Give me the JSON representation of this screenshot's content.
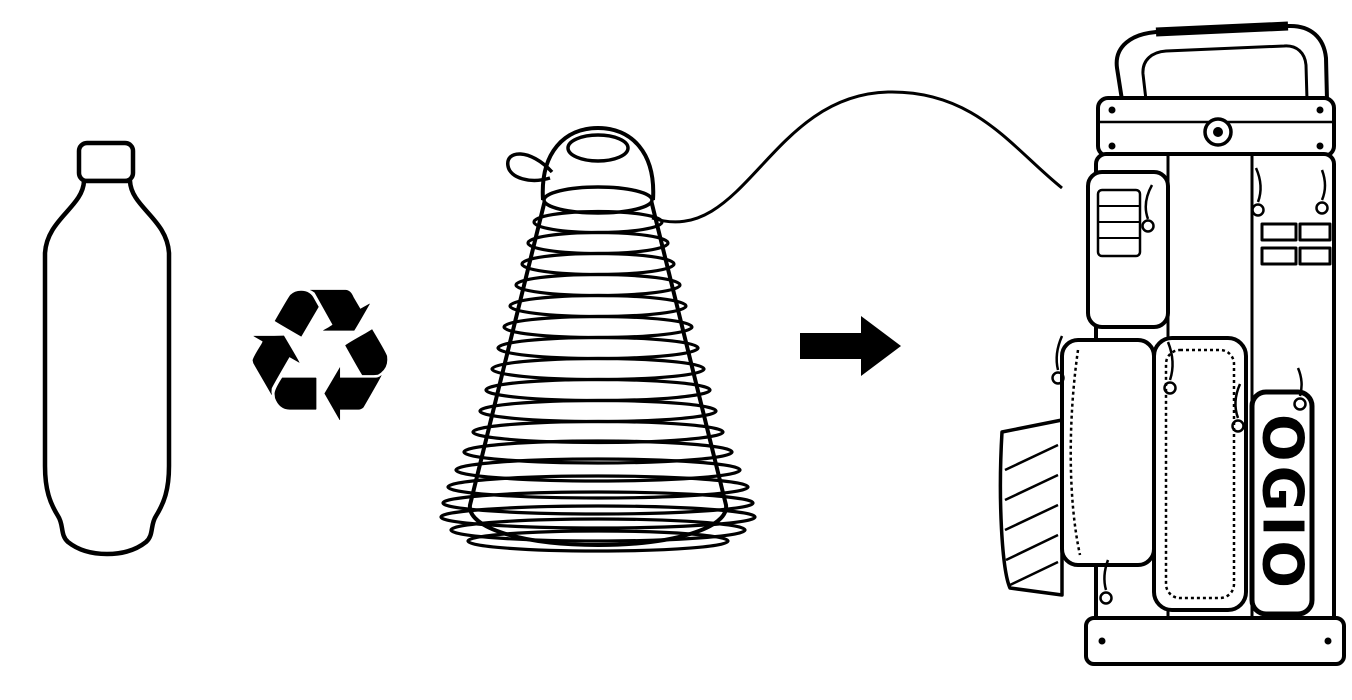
{
  "diagram": {
    "description": "Recycling process illustration: plastic bottle recycled into thread spool used to make an OGIO golf bag",
    "brand_label": "OGIO",
    "recycle_glyph": "♻︎",
    "colors": {
      "line": "#000000",
      "background": "#ffffff"
    },
    "steps": [
      {
        "id": "plastic-bottle",
        "icon": "plastic-bottle-icon"
      },
      {
        "id": "recycle",
        "icon": "recycling-symbol-icon"
      },
      {
        "id": "thread-cone",
        "icon": "thread-cone-icon"
      },
      {
        "id": "arrow",
        "icon": "arrow-right-icon"
      },
      {
        "id": "golf-bag",
        "icon": "golf-bag-icon",
        "label": "OGIO"
      }
    ]
  }
}
